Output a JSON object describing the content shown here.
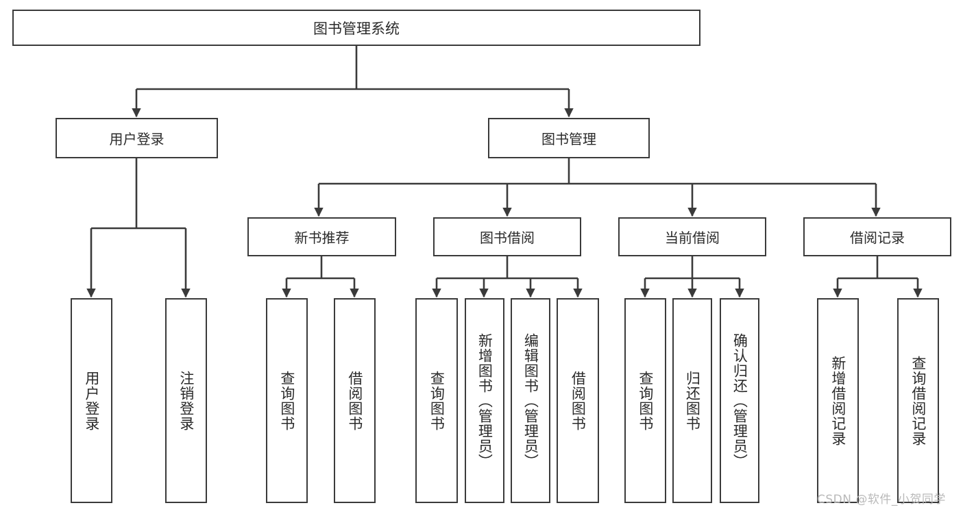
{
  "diagram": {
    "title": "图书管理系统",
    "root": {
      "label": "图书管理系统"
    },
    "level1": [
      {
        "label": "用户登录"
      },
      {
        "label": "图书管理"
      }
    ],
    "level2": [
      {
        "label": "新书推荐"
      },
      {
        "label": "图书借阅"
      },
      {
        "label": "当前借阅"
      },
      {
        "label": "借阅记录"
      }
    ],
    "leaves": [
      {
        "label": "用户登录"
      },
      {
        "label": "注销登录"
      },
      {
        "label": "查询图书"
      },
      {
        "label": "借阅图书"
      },
      {
        "label": "查询图书"
      },
      {
        "label": "新增图书（管理员）"
      },
      {
        "label": "编辑图书（管理员）"
      },
      {
        "label": "借阅图书"
      },
      {
        "label": "查询图书"
      },
      {
        "label": "归还图书"
      },
      {
        "label": "确认归还（管理员）"
      },
      {
        "label": "新增借阅记录"
      },
      {
        "label": "查询借阅记录"
      }
    ],
    "watermark": "CSDN @软件_小贺同学",
    "colors": {
      "background": "#ffffff",
      "box_border": "#3a3a3a",
      "box_fill": "#ffffff",
      "text": "#2a2a2a",
      "connector": "#3a3a3a",
      "watermark": "#b9b9b9"
    }
  },
  "chart_data": {
    "type": "tree",
    "title": "图书管理系统",
    "nodes": [
      {
        "id": "root",
        "label": "图书管理系统",
        "level": 0,
        "parent": null
      },
      {
        "id": "user-login",
        "label": "用户登录",
        "level": 1,
        "parent": "root"
      },
      {
        "id": "book-manage",
        "label": "图书管理",
        "level": 1,
        "parent": "root"
      },
      {
        "id": "leaf-user-login",
        "label": "用户登录",
        "level": 2,
        "parent": "user-login"
      },
      {
        "id": "leaf-logout",
        "label": "注销登录",
        "level": 2,
        "parent": "user-login"
      },
      {
        "id": "new-rec",
        "label": "新书推荐",
        "level": 2,
        "parent": "book-manage"
      },
      {
        "id": "borrow",
        "label": "图书借阅",
        "level": 2,
        "parent": "book-manage"
      },
      {
        "id": "current",
        "label": "当前借阅",
        "level": 2,
        "parent": "book-manage"
      },
      {
        "id": "record",
        "label": "借阅记录",
        "level": 2,
        "parent": "book-manage"
      },
      {
        "id": "nr-query",
        "label": "查询图书",
        "level": 3,
        "parent": "new-rec"
      },
      {
        "id": "nr-borrow",
        "label": "借阅图书",
        "level": 3,
        "parent": "new-rec"
      },
      {
        "id": "bb-query",
        "label": "查询图书",
        "level": 3,
        "parent": "borrow"
      },
      {
        "id": "bb-add",
        "label": "新增图书（管理员）",
        "level": 3,
        "parent": "borrow"
      },
      {
        "id": "bb-edit",
        "label": "编辑图书（管理员）",
        "level": 3,
        "parent": "borrow"
      },
      {
        "id": "bb-lend",
        "label": "借阅图书",
        "level": 3,
        "parent": "borrow"
      },
      {
        "id": "cb-query",
        "label": "查询图书",
        "level": 3,
        "parent": "current"
      },
      {
        "id": "cb-return",
        "label": "归还图书",
        "level": 3,
        "parent": "current"
      },
      {
        "id": "cb-confirm",
        "label": "确认归还（管理员）",
        "level": 3,
        "parent": "current"
      },
      {
        "id": "rc-add",
        "label": "新增借阅记录",
        "level": 3,
        "parent": "record"
      },
      {
        "id": "rc-query",
        "label": "查询借阅记录",
        "level": 3,
        "parent": "record"
      }
    ]
  }
}
